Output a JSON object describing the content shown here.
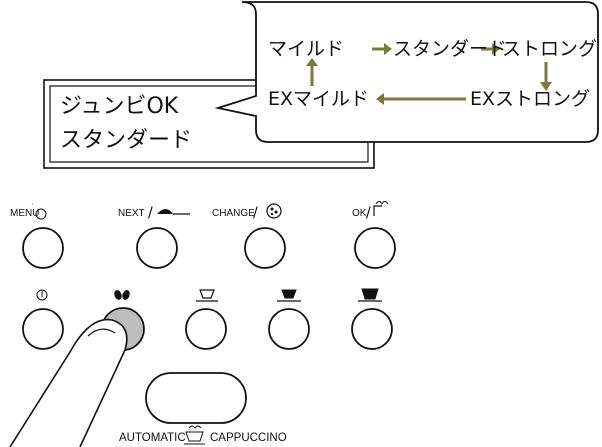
{
  "display": {
    "line1": "ジュンビOK",
    "line2": "スタンダード"
  },
  "strength_cycle": {
    "mild": "マイルド",
    "standard": "スタンダード",
    "strong": "ストロング",
    "ex_mild": "EXマイルド",
    "ex_strong": "EXストロング"
  },
  "buttons": {
    "menu": "MENU",
    "next": "NEXT",
    "change": "CHANGE",
    "ok": "OK"
  },
  "bottom": {
    "automatic": "AUTOMATIC",
    "cappuccino": "CAPPUCCINO"
  },
  "colors": {
    "arrow": "#7a7a3a",
    "pressed_button": "#bdbdbd"
  }
}
